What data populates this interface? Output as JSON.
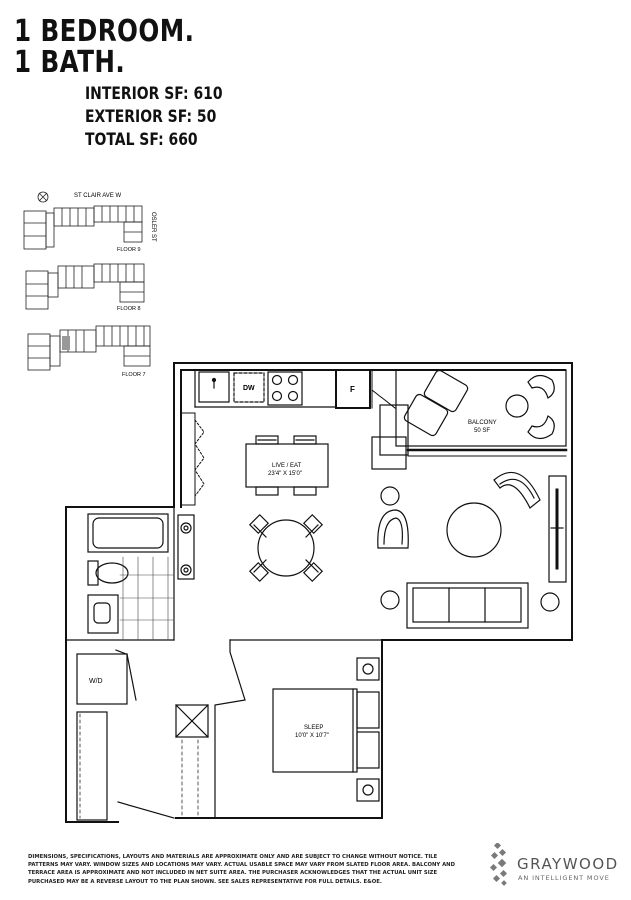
{
  "header": {
    "line1": "1 BEDROOM.",
    "line2": "1 BATH."
  },
  "stats": {
    "interior": "INTERIOR SF: 610",
    "exterior": "EXTERIOR SF: 50",
    "total": "TOTAL SF: 660"
  },
  "keyplan": {
    "street": "ST CLAIR AVE W",
    "side_street": "OSLER ST",
    "floors": [
      {
        "label": "FLOOR 9"
      },
      {
        "label": "FLOOR 8"
      },
      {
        "label": "FLOOR 7"
      }
    ]
  },
  "rooms": {
    "dishwasher": "DW",
    "fridge": "F",
    "balcony_name": "BALCONY",
    "balcony_area": "50 SF",
    "live_name": "LIVE / EAT",
    "live_dims": "23'4\" X 15'0\"",
    "sleep_name": "SLEEP",
    "sleep_dims": "10'0\" X 10'7\"",
    "washer_dryer": "W/D"
  },
  "disclaimer": "Dimensions, specifications, layouts and materials are approximate only and are subject to change without notice. Tile patterns may vary. Window sizes and locations may vary. Actual usable space may vary from slated floor area. Balcony and terrace area is approximate and not included in net suite area. The purchaser acknowledges that the actual unit size purchased may be a reverse layout to the plan shown. See sales representative for full details. E&OE.",
  "brand": {
    "name": "GRAYWOOD",
    "tagline": "AN INTELLIGENT MOVE",
    "color": "#666666"
  }
}
